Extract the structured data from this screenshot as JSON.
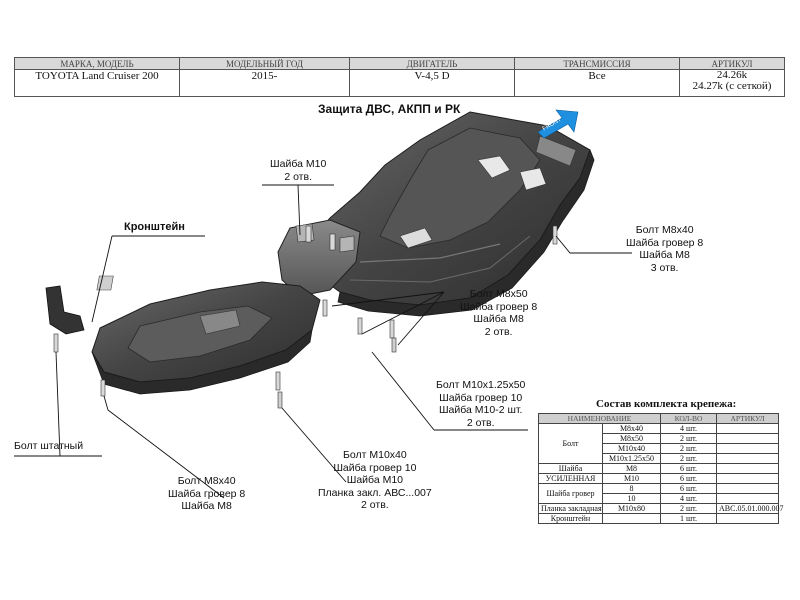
{
  "header": {
    "columns": [
      "МАРКА, МОДЕЛЬ",
      "МОДЕЛЬНЫЙ ГОД",
      "ДВИГАТЕЛЬ",
      "ТРАНСМИССИЯ",
      "АРТИКУЛ"
    ],
    "values": [
      "TOYOTA Land Cruiser 200",
      "2015-",
      "V-4,5 D",
      "Все"
    ],
    "article_lines": [
      "24.26k",
      "24.27k (с сеткой)"
    ]
  },
  "title": "Защита ДВС, АКПП и РК",
  "front_label": "FRONT",
  "labels": {
    "washer_m10": [
      "Шайба М10",
      "2 отв."
    ],
    "bracket": "Кронштейн",
    "bolt_m8x40_right": [
      "Болт М8х40",
      "Шайба гровер 8",
      "Шайба М8",
      "3 отв."
    ],
    "bolt_m8x50": [
      "Болт М8х50",
      "Шайба гровер 8",
      "Шайба М8",
      "2 отв."
    ],
    "bolt_m10x125": [
      "Болт М10х1.25х50",
      "Шайба гровер 10",
      "Шайба М10-2 шт.",
      "2 отв."
    ],
    "bolt_std": "Болт штатный",
    "bolt_m8x40_left": [
      "Болт М8х40",
      "Шайба гровер 8",
      "Шайба М8"
    ],
    "bolt_m10x40": [
      "Болт М10х40",
      "Шайба гровер 10",
      "Шайба М10",
      "Планка закл. АВС...007",
      "2 отв."
    ]
  },
  "fasteners": {
    "title": "Состав комплекта крепежа:",
    "columns": [
      "НАИМЕНОВАНИЕ",
      "КОЛ-ВО",
      "АРТИКУЛ"
    ],
    "groups": [
      {
        "name": "Болт",
        "rows": [
          {
            "size": "M8x40",
            "qty": "4 шт."
          },
          {
            "size": "M8x50",
            "qty": "2 шт."
          },
          {
            "size": "M10x40",
            "qty": "2 шт."
          },
          {
            "size": "M10x1.25x50",
            "qty": "2 шт."
          }
        ]
      },
      {
        "name": "Шайба",
        "rows": [
          {
            "size": "M8",
            "qty": "6 шт."
          }
        ]
      },
      {
        "name": "УСИЛЕННАЯ",
        "rows": [
          {
            "size": "M10",
            "qty": "6 шт."
          }
        ]
      },
      {
        "name": "Шайба гровер",
        "rows": [
          {
            "size": "8",
            "qty": "6 шт."
          },
          {
            "size": "10",
            "qty": "4 шт."
          }
        ]
      },
      {
        "name": "Планка закладная",
        "rows": [
          {
            "size": "M10x80",
            "qty": "2 шт.",
            "article": "ABC.05.01.000.007"
          }
        ]
      },
      {
        "name": "Кронштейн",
        "rows": [
          {
            "size": "",
            "qty": "1 шт."
          }
        ]
      }
    ]
  },
  "colors": {
    "plate_dark": "#3a3a3a",
    "plate_mid": "#5a5a5a",
    "plate_light": "#7d7d7d",
    "front_arrow": "#1f8fe0",
    "header_bg": "#d9d9d9"
  }
}
